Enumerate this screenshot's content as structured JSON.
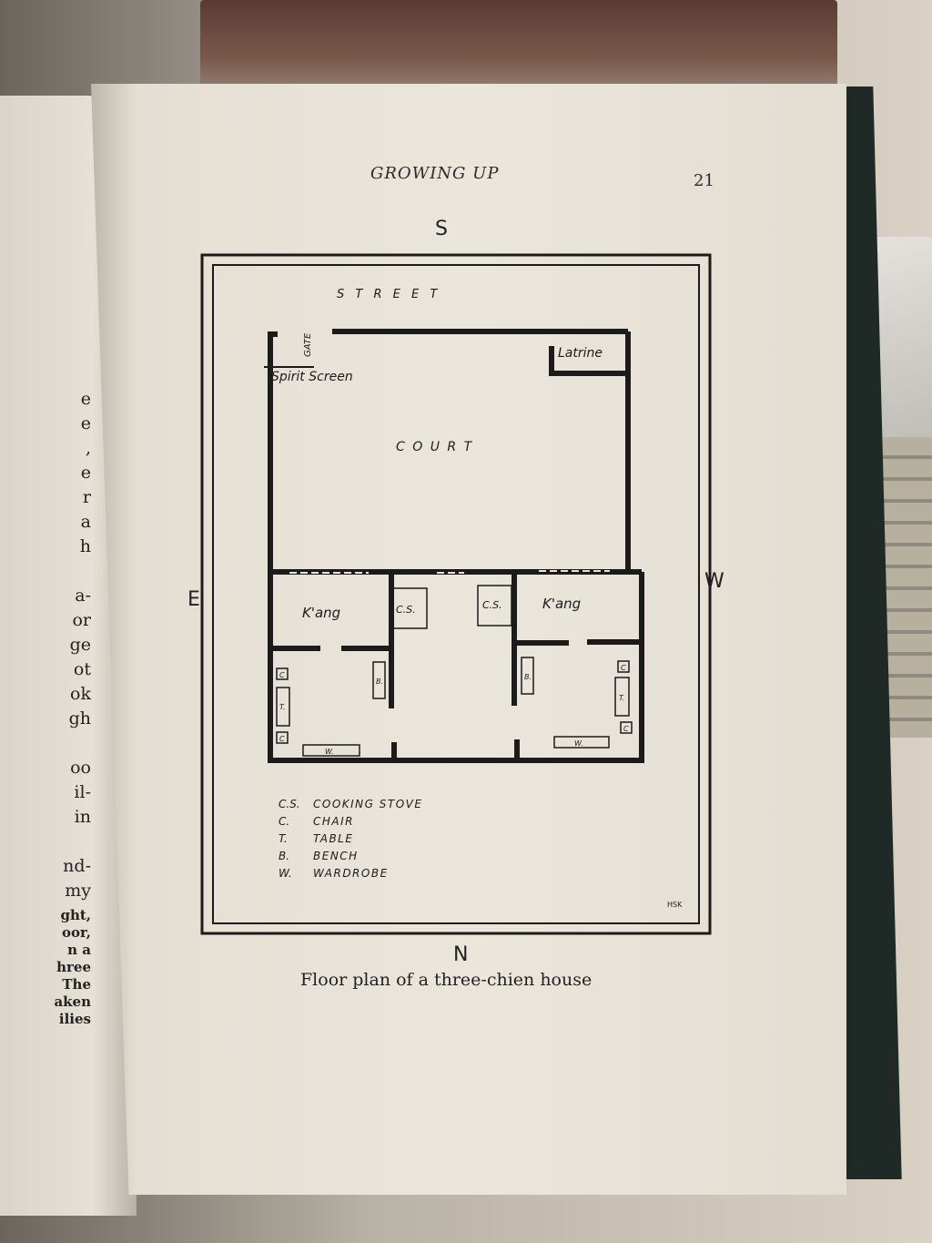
{
  "page": {
    "running_head": "GROWING UP",
    "page_number": "21",
    "caption": "Floor plan of a three-chien house"
  },
  "left_page_fragments": [
    "e",
    "e",
    ",",
    "e",
    "r",
    "a",
    "h",
    "",
    "a-",
    "or",
    "ge",
    "ot",
    "ok",
    "gh",
    "",
    "oo",
    "il-",
    "in",
    "",
    "nd-",
    "my",
    "ght,",
    "oor,",
    "n a",
    "hree",
    "The",
    "aken",
    "ilies"
  ],
  "floor_plan": {
    "compass": {
      "south": "S",
      "north": "N",
      "east": "E",
      "west": "W"
    },
    "labels": {
      "street": "S T R E E T",
      "gate": "GATE",
      "spirit_screen": "Spirit Screen",
      "latrine": "Latrine",
      "court": "C O U R T",
      "kang_left": "K'ang",
      "kang_right": "K'ang",
      "cs": "C.S.",
      "chair": "C",
      "table": "T.",
      "bench": "B.",
      "wardrobe": "W.",
      "initials": "HSK"
    },
    "legend": [
      {
        "key": "C.S.",
        "value": "COOKING STOVE"
      },
      {
        "key": "C.",
        "value": "CHAIR"
      },
      {
        "key": "T.",
        "value": "TABLE"
      },
      {
        "key": "B.",
        "value": "BENCH"
      },
      {
        "key": "W.",
        "value": "WARDROBE"
      }
    ]
  }
}
